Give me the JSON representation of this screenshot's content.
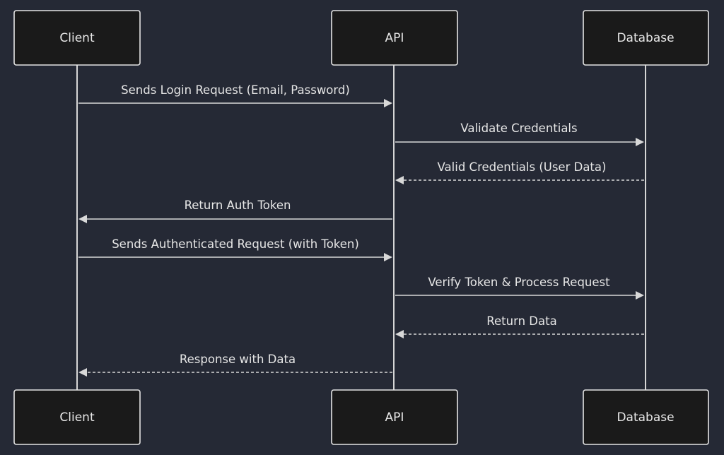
{
  "diagram": {
    "actors": [
      {
        "id": "client",
        "label": "Client"
      },
      {
        "id": "api",
        "label": "API"
      },
      {
        "id": "database",
        "label": "Database"
      }
    ],
    "messages": [
      {
        "from": "client",
        "to": "api",
        "label": "Sends Login Request (Email, Password)",
        "style": "solid"
      },
      {
        "from": "api",
        "to": "database",
        "label": "Validate Credentials",
        "style": "solid"
      },
      {
        "from": "database",
        "to": "api",
        "label": "Valid Credentials (User Data)",
        "style": "dashed"
      },
      {
        "from": "api",
        "to": "client",
        "label": "Return Auth Token",
        "style": "solid"
      },
      {
        "from": "client",
        "to": "api",
        "label": "Sends Authenticated Request (with Token)",
        "style": "solid"
      },
      {
        "from": "api",
        "to": "database",
        "label": "Verify Token & Process Request",
        "style": "solid"
      },
      {
        "from": "database",
        "to": "api",
        "label": "Return Data",
        "style": "dashed"
      },
      {
        "from": "api",
        "to": "client",
        "label": "Response with Data",
        "style": "dashed"
      }
    ],
    "colors": {
      "background": "#252935",
      "box_fill": "#1a1a1a",
      "stroke": "#e4e4e4",
      "text": "#e6e6e6"
    }
  }
}
